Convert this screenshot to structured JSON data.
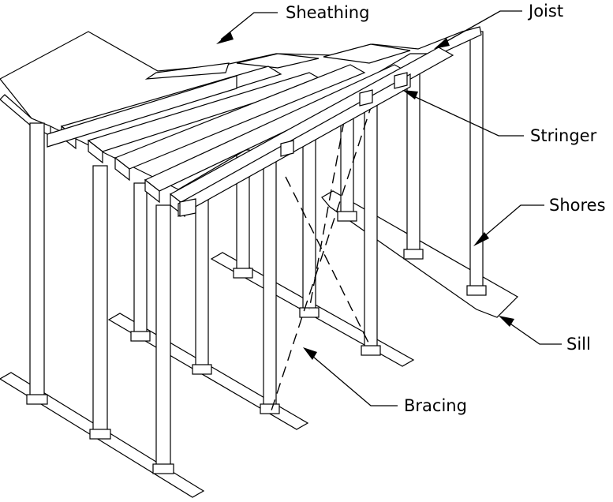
{
  "labels": {
    "sheathing": "Sheathing",
    "joist": "Joist",
    "stringer": "Stringer",
    "shores": "Shores",
    "sill": "Sill",
    "bracing": "Bracing"
  },
  "colors": {
    "ink": "#000000",
    "paper": "#ffffff"
  }
}
